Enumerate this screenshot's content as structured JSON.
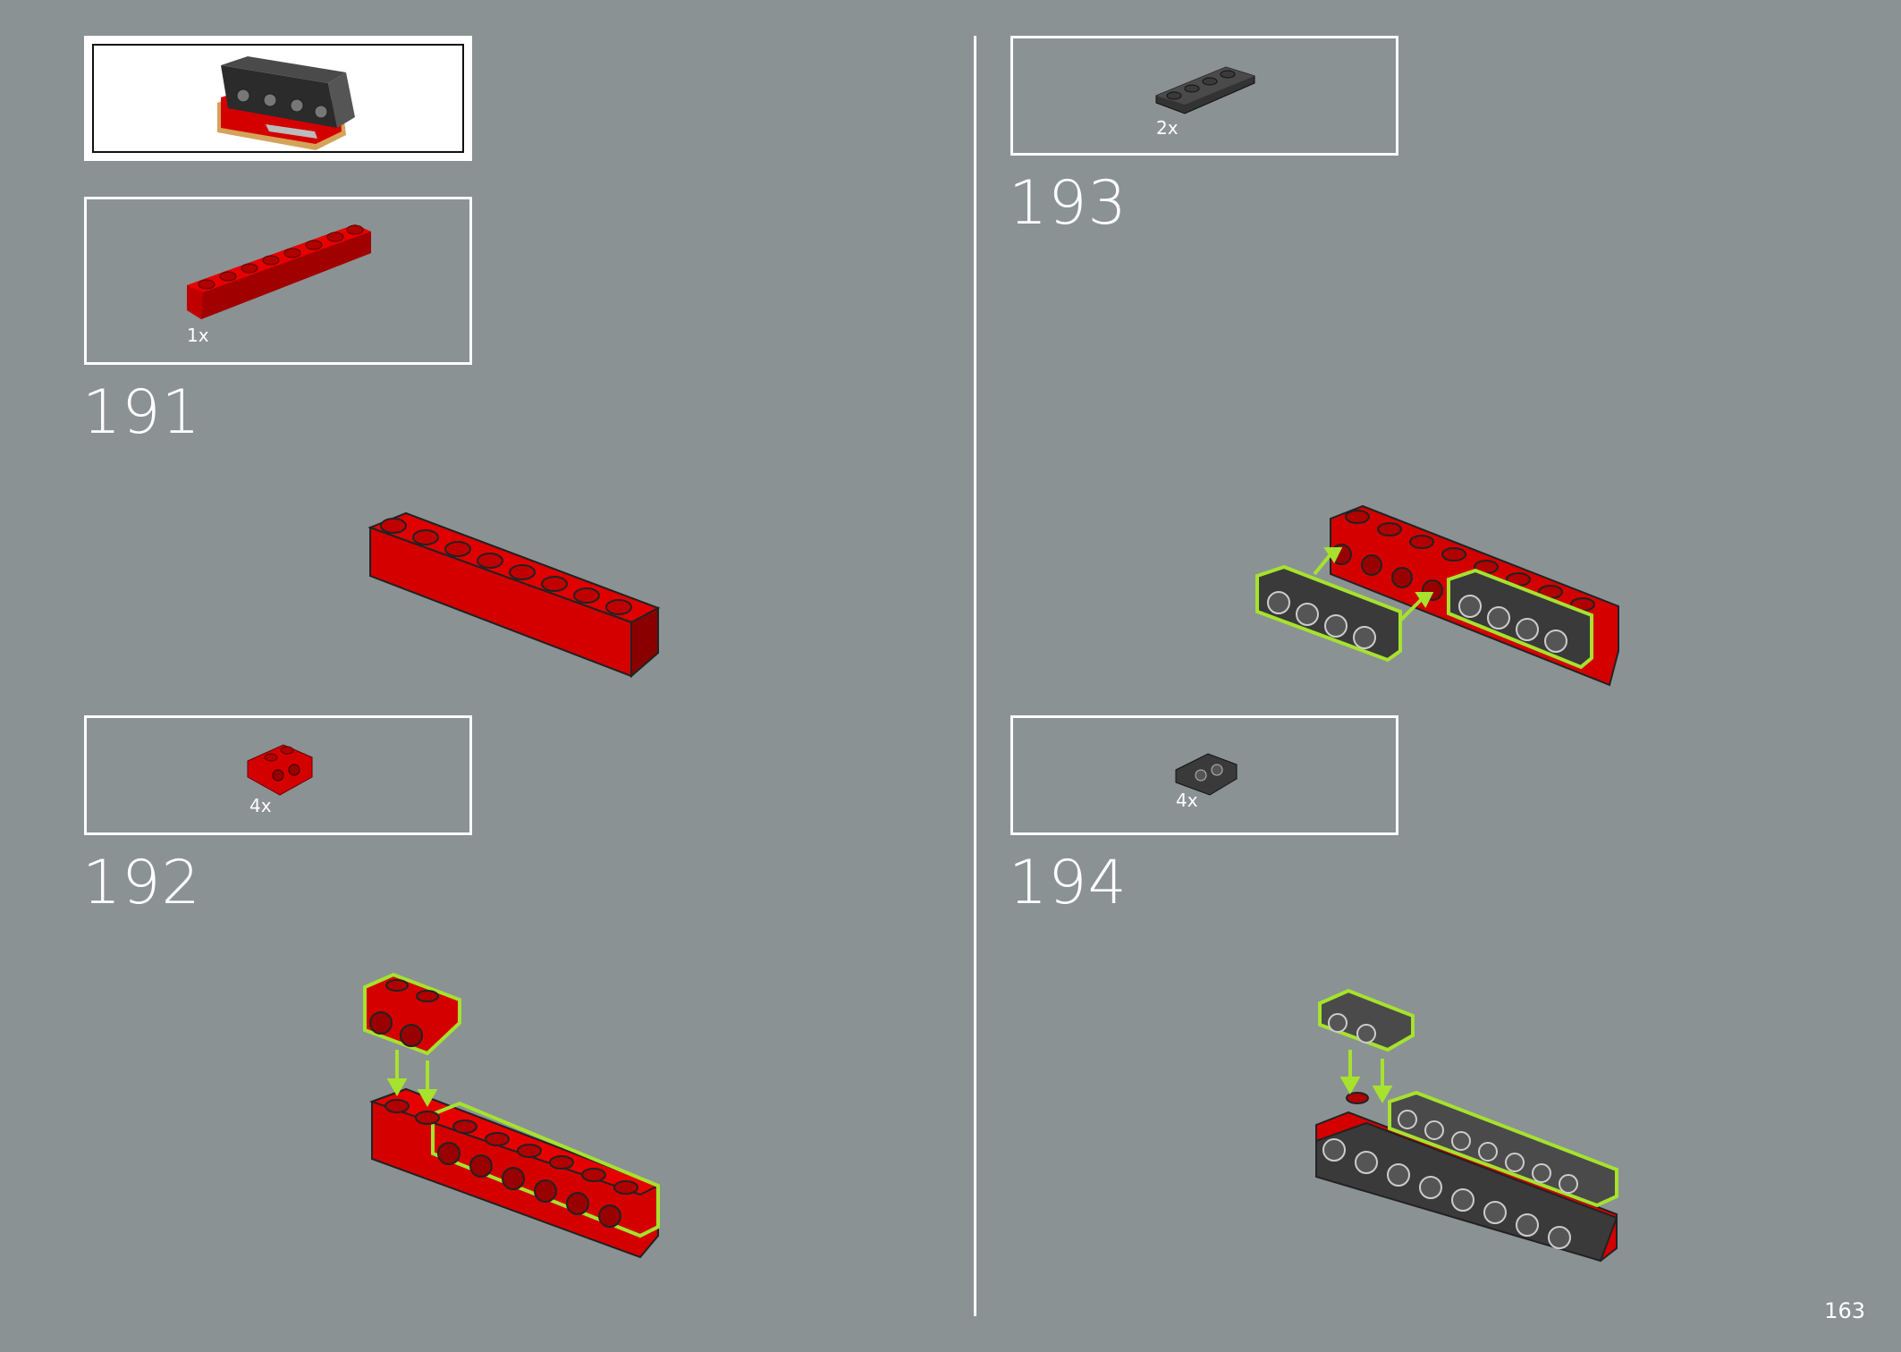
{
  "page_number": "163",
  "steps": [
    {
      "number": "191",
      "part_qty": "1x"
    },
    {
      "number": "192",
      "part_qty": "4x"
    },
    {
      "number": "193",
      "part_qty": "2x"
    },
    {
      "number": "194",
      "part_qty": "4x"
    }
  ],
  "colors": {
    "background": "#8a9294",
    "brick_red": "#d40000",
    "brick_dark": "#3a3a3a",
    "highlight": "#a6e22e",
    "frame": "#ffffff"
  }
}
